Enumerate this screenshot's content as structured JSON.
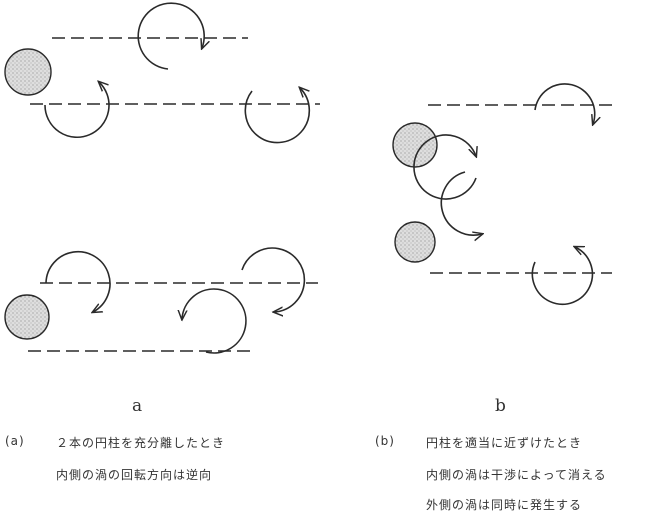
{
  "panel_a": {
    "label": "a",
    "caption_tag": "(a)",
    "caption_line1": "２本の円柱を充分離したとき",
    "caption_line2": "内側の渦の回転方向は逆向"
  },
  "panel_b": {
    "label": "b",
    "caption_tag": "(b)",
    "caption_line1": "円柱を適当に近ずけたとき",
    "caption_line2": "内側の渦は干渉によって消える",
    "caption_line3": "外側の渦は同時に発生する"
  },
  "colors": {
    "ink": "#2a2a2a",
    "cylinder_fill": "#d9d9d9"
  }
}
